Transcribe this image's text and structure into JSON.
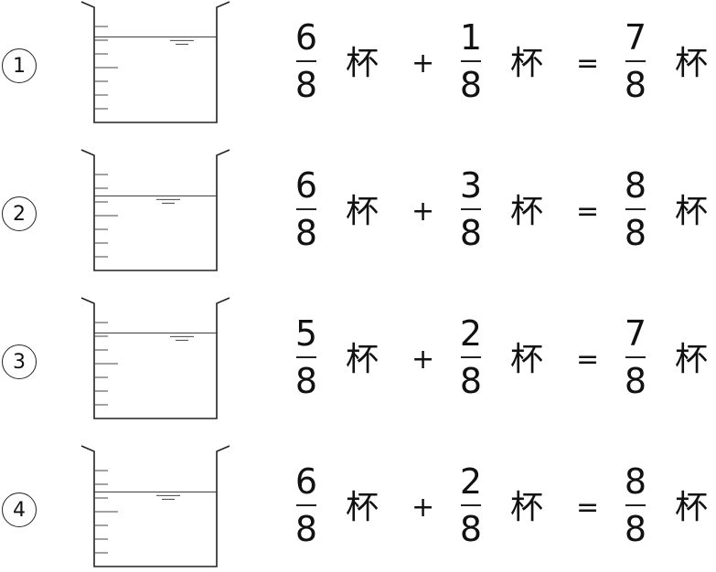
{
  "problems": [
    {
      "label": "1",
      "water_level": 0.78,
      "a": {
        "num": "6",
        "den": "8"
      },
      "b": {
        "num": "1",
        "den": "8"
      },
      "c": {
        "num": "7",
        "den": "8"
      },
      "unit": "杯",
      "plus": "+",
      "equals": "="
    },
    {
      "label": "2",
      "water_level": 0.68,
      "a": {
        "num": "6",
        "den": "8"
      },
      "b": {
        "num": "3",
        "den": "8"
      },
      "c": {
        "num": "8",
        "den": "8"
      },
      "unit": "杯",
      "plus": "+",
      "equals": "="
    },
    {
      "label": "3",
      "water_level": 0.78,
      "a": {
        "num": "5",
        "den": "8"
      },
      "b": {
        "num": "2",
        "den": "8"
      },
      "c": {
        "num": "7",
        "den": "8"
      },
      "unit": "杯",
      "plus": "+",
      "equals": "="
    },
    {
      "label": "4",
      "water_level": 0.68,
      "a": {
        "num": "6",
        "den": "8"
      },
      "b": {
        "num": "2",
        "den": "8"
      },
      "c": {
        "num": "8",
        "den": "8"
      },
      "unit": "杯",
      "plus": "+",
      "equals": "="
    }
  ]
}
